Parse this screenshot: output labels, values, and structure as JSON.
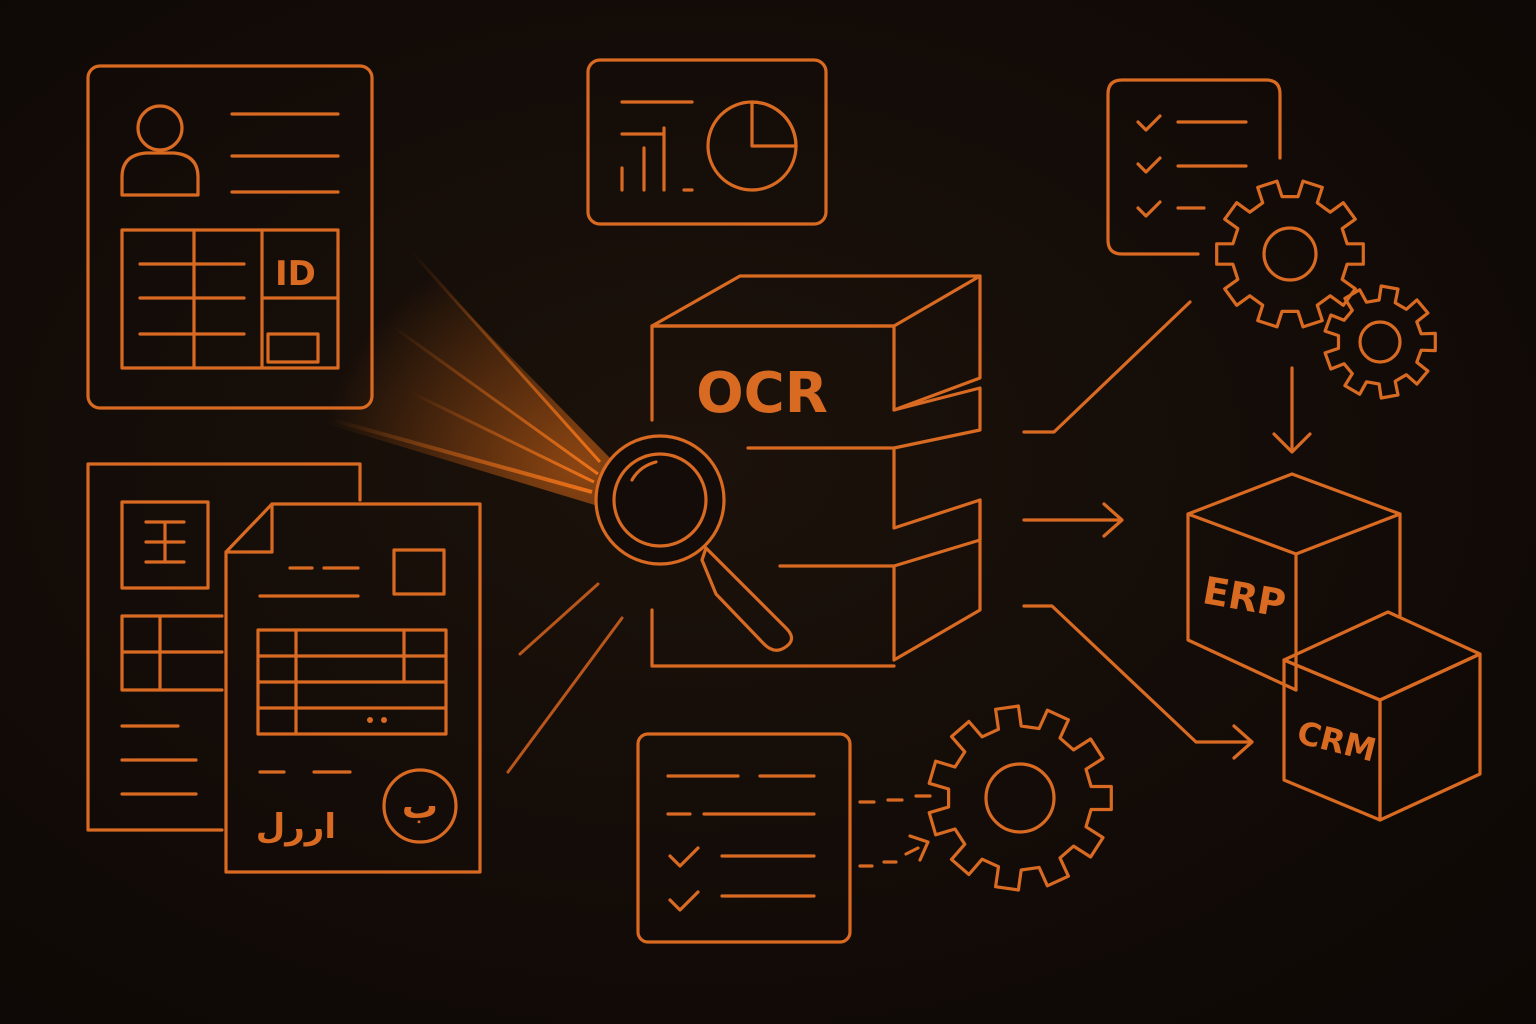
{
  "colors": {
    "background": "#120c08",
    "stroke": "#d96a22",
    "glow": "#ff7a1a"
  },
  "labels": {
    "ocr": "OCR",
    "erp": "ERP",
    "crm": "CRM",
    "id_mark": "ID",
    "arabic_text": "اررل",
    "arabic_seal": "ب"
  },
  "icons": [
    "id-card-document-icon",
    "stacked-documents-icon",
    "dashboard-chart-icon",
    "magnifier-icon",
    "checklist-icon",
    "gear-icon",
    "cube-icon",
    "arrow-icon"
  ]
}
